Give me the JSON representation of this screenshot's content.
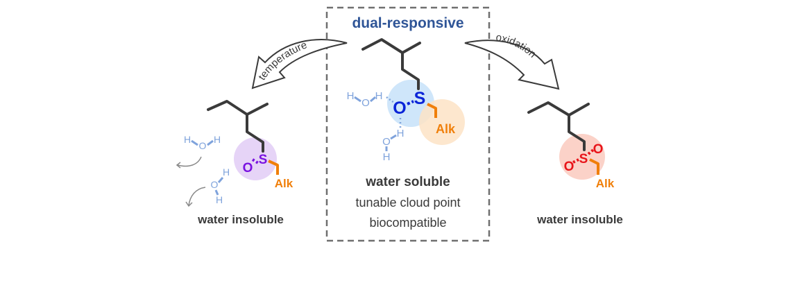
{
  "title": "dual-responsive",
  "colors": {
    "title": "#2f5597",
    "bond": "#3a3a3a",
    "water": "#7fa3dc",
    "alk": "#f07f0a",
    "sulfoxide_center": "#0a24d8",
    "sulfoxide_left": "#7a12e0",
    "sulfone": "#e8141a",
    "circle_blue": "#cfe6fa",
    "circle_orange": "#fde3c6",
    "circle_purple": "#e6d4f7",
    "circle_red": "#fbd2c8",
    "box_border": "#6f6f6f"
  },
  "arrows": {
    "left": "temperature",
    "right": "oxidation"
  },
  "center": {
    "sulfur": "S",
    "oxygen": "O",
    "alk": "Alk",
    "water_h": "H",
    "water_o": "O",
    "state": "water soluble",
    "property_1": "tunable cloud point",
    "property_2": "biocompatible"
  },
  "left": {
    "sulfur": "S",
    "oxygen": "O",
    "alk": "Alk",
    "water_h": "H",
    "water_o": "O",
    "state": "water insoluble"
  },
  "right": {
    "sulfur": "S",
    "oxygen": "O",
    "alk": "Alk",
    "state": "water insoluble"
  }
}
